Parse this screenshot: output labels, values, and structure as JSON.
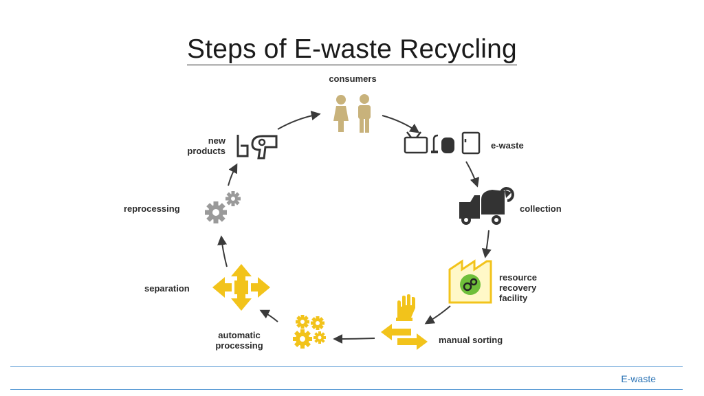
{
  "title": "Steps of E-waste Recycling",
  "steps": {
    "consumers": "consumers",
    "ewaste": "e-waste",
    "collection": "collection",
    "resource_recovery": "resource\nrecovery\nfacility",
    "manual_sorting": "manual sorting",
    "automatic_processing": "automatic\nprocessing",
    "separation": "separation",
    "reprocessing": "reprocessing",
    "new_products": "new\nproducts"
  },
  "footer": "E-waste",
  "colors": {
    "yellow": "#f2c31b",
    "tan": "#c8b27b",
    "gray": "#9a9a9a",
    "dark": "#3a3a3a",
    "accent_line": "#5b9bd5"
  },
  "icons": [
    "people-icon",
    "tv-icon",
    "vacuum-icon",
    "fridge-icon",
    "truck-icon",
    "factory-icon",
    "hand-icon",
    "sort-arrows-icon",
    "gears-icon",
    "cross-arrows-icon",
    "gray-gears-icon",
    "mixer-icon",
    "hairdryer-icon"
  ]
}
